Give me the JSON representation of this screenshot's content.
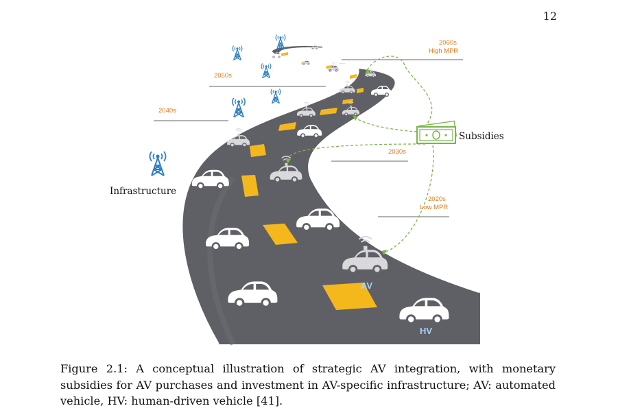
{
  "page": {
    "number": "12"
  },
  "figure": {
    "milestones": [
      {
        "line1": "2060s",
        "line2": "High MPR"
      },
      {
        "line1": "2050s",
        "line2": ""
      },
      {
        "line1": "2040s",
        "line2": ""
      },
      {
        "line1": "2030s",
        "line2": ""
      },
      {
        "line1": "2020s",
        "line2": "Low MPR"
      }
    ],
    "labels": {
      "infrastructure": "Infrastructure",
      "subsidies": "Subsidies",
      "av": "AV",
      "hv": "HV"
    },
    "icons": [
      "cell-tower-icon",
      "banknote-icon",
      "car-icon",
      "wifi-signal-icon"
    ],
    "colors": {
      "road": "#5f5f66",
      "lane_marking": "#f5b81c",
      "milestone_label": "#e07b1e",
      "tower": "#2d7fc4",
      "subsidy": "#7ab648",
      "vehicle_label": "#a9d5ee"
    }
  },
  "caption": {
    "text": "Figure 2.1: A conceptual illustration of strategic AV integration, with monetary subsidies for AV purchases and investment in AV-specific infrastructure; AV: automated vehicle, HV: human-driven vehicle [41]."
  }
}
